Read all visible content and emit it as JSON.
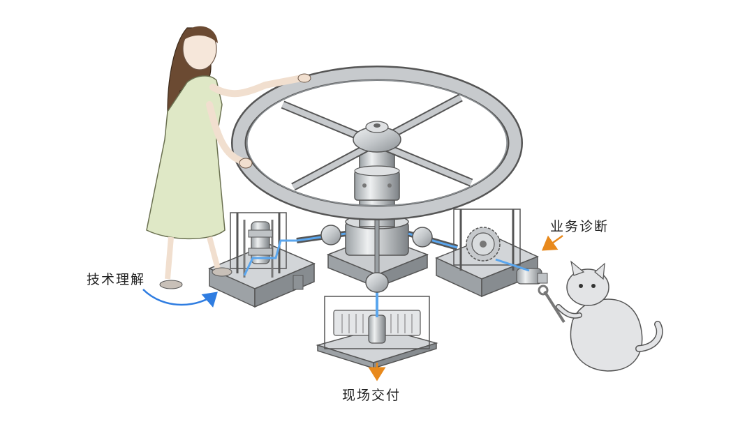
{
  "labels": {
    "technical_understanding": "技术理解",
    "business_diagnosis": "业务诊断",
    "onsite_delivery": "现场交付"
  },
  "colors": {
    "blue_arrow": "#2f7de1",
    "orange_arrow": "#e8891c",
    "blue_shaft": "#5aa6ee",
    "metal_dark": "#6f7479",
    "metal_mid": "#b4b8bc",
    "metal_light": "#e2e4e6",
    "dress": "#dfe8c6"
  },
  "icons": {
    "girl": "girl-figure-icon",
    "cat": "cat-figure-icon",
    "wheel": "handwheel-icon"
  }
}
